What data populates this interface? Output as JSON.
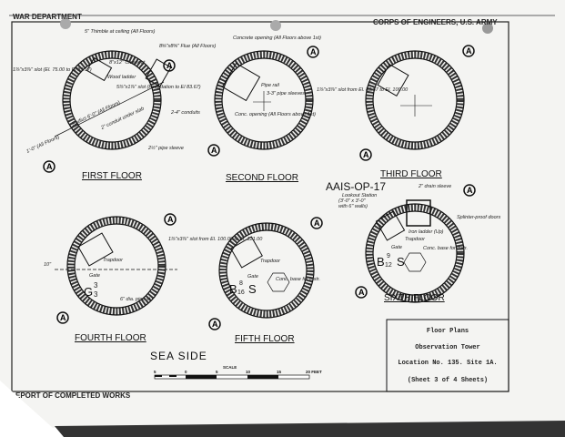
{
  "header": {
    "left": "WAR DEPARTMENT",
    "right": "CORPS OF ENGINEERS, U.S. ARMY"
  },
  "footer": {
    "left": "EPORT OF COMPLETED WORKS"
  },
  "section_marker": "A",
  "floors": [
    {
      "title": "FIRST FLOOR",
      "notes": [
        "5\" Thimble at ceiling (All Floors)",
        "8⅝\"x8⅝\" Flue (All Floors)",
        "8\"x12\" Cleanout",
        "Wood ladder",
        "5⅞\"x1⅞\" slot (Foundation to El 83.67)",
        "1⅞\"x3⅞\" slot (El. 75.00 to El 83.17)",
        "2-4\" conduits",
        "Radius 6'-0\" (All Floors)",
        "1'-0\" (All Floors)",
        "2\" conduit under slab",
        "2½\" pipe sleeve"
      ]
    },
    {
      "title": "SECOND FLOOR",
      "notes": [
        "Concrete opening (All Floors above 1st)",
        "Pipe rail",
        "3-3\" pipe sleeves",
        "Conc. opening (All Floors above 1st)",
        "1⅞\"x3⅞\" slot from El. 83.67 to El. 100.00"
      ]
    },
    {
      "title": "THIRD FLOOR",
      "notes": []
    },
    {
      "title": "FOURTH FLOOR",
      "notes": [
        "1⅞\"x3⅞\" slot from El. 100.00 to El. 121.00",
        "Trapdoor",
        "Gate",
        "10\"",
        "6\" dia. pipe st."
      ],
      "mark": "G",
      "mark_sup": "3",
      "mark_sub": "3"
    },
    {
      "title": "FIFTH FLOOR",
      "notes": [
        "Trapdoor",
        "Gate",
        "Conc. base for instr."
      ],
      "marks": [
        "B",
        "S"
      ],
      "mark_sup": "8",
      "mark_sub": "16"
    },
    {
      "title": "SIXTH FLOOR",
      "notes": [
        "2\" drain sleeve",
        "Splinter-proof doors",
        "Iron ladder (Up)",
        "Trapdoor",
        "Gate",
        "Conc. base for instr."
      ],
      "marks": [
        "B",
        "S"
      ],
      "mark_sup": "9",
      "mark_sub": "12"
    }
  ],
  "station": {
    "name": "AAIS-OP-17",
    "desc": "Lookout Station",
    "size": "(3'-0\" x 3'-0\"",
    "walls": "with 6\" walls)"
  },
  "sea_side": "SEA SIDE",
  "scale": {
    "label": "SCALE",
    "ticks": [
      "5",
      "0",
      "5",
      "10",
      "15",
      "20 FEET"
    ]
  },
  "title_block": {
    "line1": "Floor Plans",
    "line2": "Observation Tower",
    "line3": "Location No. 135.  Site 1A.",
    "line4": "(Sheet 3 of 4 Sheets)"
  }
}
